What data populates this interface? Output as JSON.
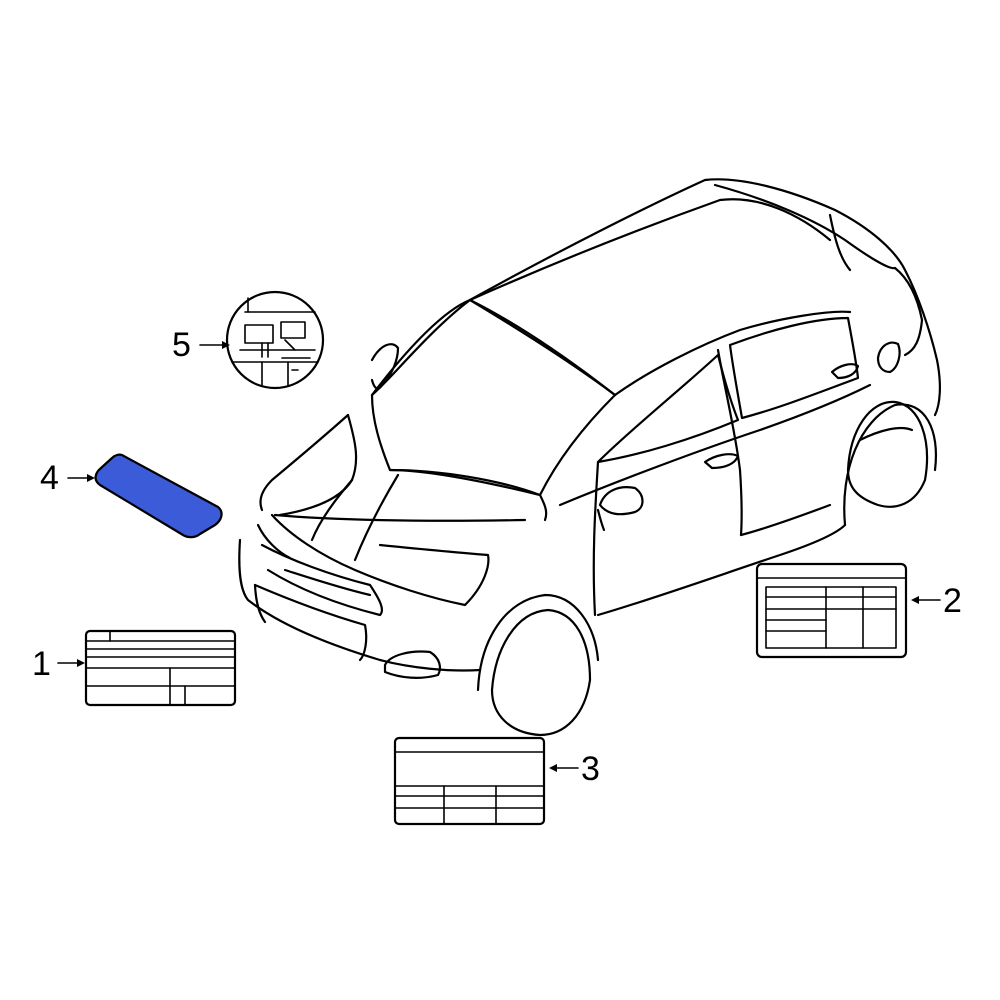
{
  "callouts": {
    "c1": "1",
    "c2": "2",
    "c3": "3",
    "c4": "4",
    "c5": "5"
  },
  "colors": {
    "line": "#000000",
    "highlight": "#3B5BD9",
    "background": "#ffffff"
  }
}
